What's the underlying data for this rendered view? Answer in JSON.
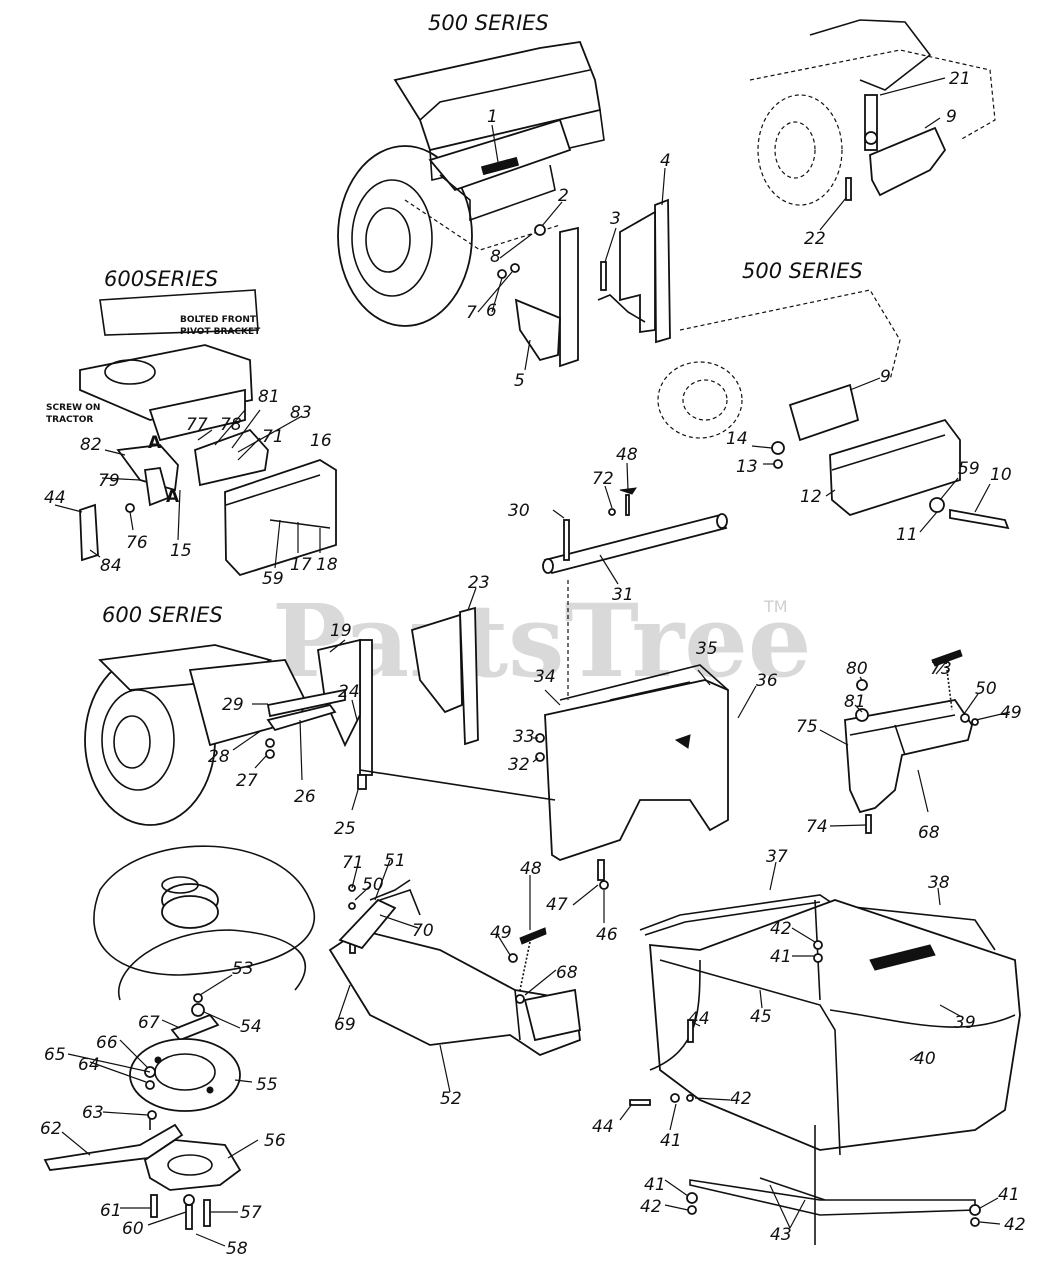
{
  "watermark": {
    "text": "PartsTree",
    "trademark": "TM"
  },
  "series_headers": [
    {
      "id": "h500a",
      "text": "500 SERIES"
    },
    {
      "id": "h500b",
      "text": "500 SERIES"
    },
    {
      "id": "h600a",
      "text": "600SERIES"
    },
    {
      "id": "h600b",
      "text": "600 SERIES"
    }
  ],
  "small_labels": [
    {
      "id": "s1",
      "text": "BOLTED FRONT"
    },
    {
      "id": "s2",
      "text": "PIVOT BRACKET"
    },
    {
      "id": "s3",
      "text": "SCREW ON"
    },
    {
      "id": "s4",
      "text": "TRACTOR"
    }
  ],
  "callout_letters": [
    "A",
    "A"
  ],
  "part_numbers": [
    "1",
    "2",
    "3",
    "4",
    "5",
    "6",
    "7",
    "8",
    "9",
    "21",
    "22",
    "9",
    "10",
    "11",
    "12",
    "13",
    "14",
    "59",
    "77",
    "78",
    "81",
    "83",
    "71",
    "16",
    "82",
    "79",
    "44",
    "76",
    "15",
    "84",
    "59",
    "17",
    "18",
    "30",
    "72",
    "48",
    "31",
    "23",
    "19",
    "24",
    "29",
    "28",
    "27",
    "26",
    "25",
    "35",
    "34",
    "33",
    "32",
    "36",
    "80",
    "73",
    "50",
    "49",
    "81",
    "75",
    "74",
    "68",
    "71",
    "51",
    "50",
    "70",
    "48",
    "49",
    "68",
    "47",
    "46",
    "53",
    "67",
    "54",
    "66",
    "65",
    "64",
    "55",
    "63",
    "62",
    "56",
    "61",
    "60",
    "57",
    "58",
    "69",
    "52",
    "37",
    "38",
    "42",
    "41",
    "45",
    "39",
    "44",
    "40",
    "44",
    "42",
    "41",
    "41",
    "42",
    "43",
    "41",
    "42"
  ]
}
